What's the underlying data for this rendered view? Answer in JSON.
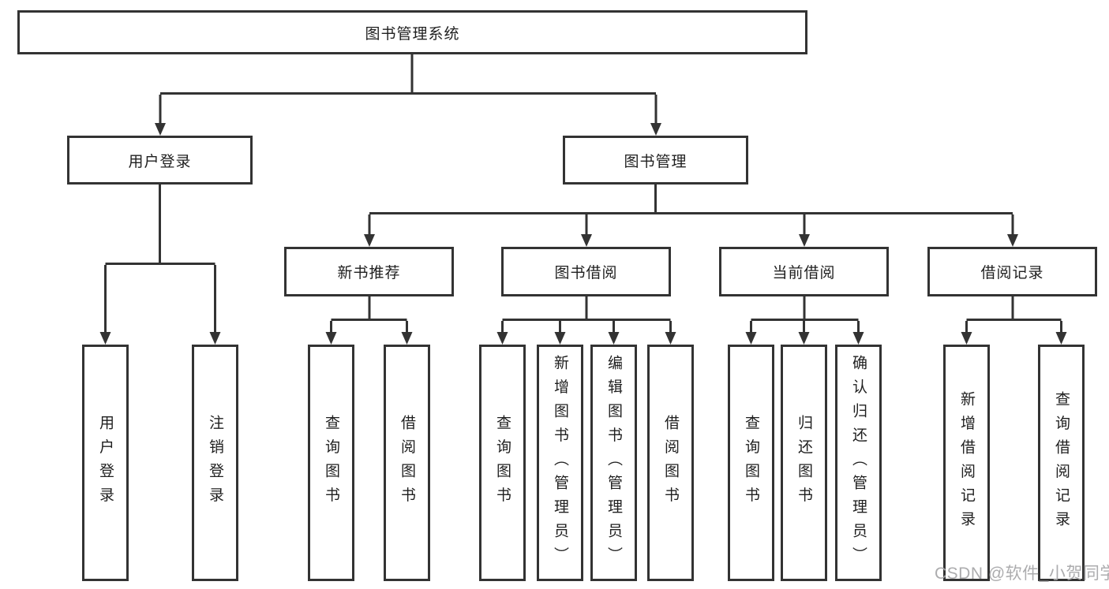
{
  "diagram": {
    "kind": "hierarchy-tree",
    "colors": {
      "line": "#333333",
      "box_border": "#333333",
      "box_fill": "#ffffff",
      "text": "#1f1f1f",
      "watermark": "#a8a8aa"
    },
    "tree": {
      "label": "图书管理系统",
      "children": [
        {
          "label": "用户登录",
          "children": [
            {
              "label": "用户登录"
            },
            {
              "label": "注销登录"
            }
          ]
        },
        {
          "label": "图书管理",
          "children": [
            {
              "label": "新书推荐",
              "children": [
                {
                  "label": "查询图书"
                },
                {
                  "label": "借阅图书"
                }
              ]
            },
            {
              "label": "图书借阅",
              "children": [
                {
                  "label": "查询图书"
                },
                {
                  "label": "新增图书（管理员）"
                },
                {
                  "label": "编辑图书（管理员）"
                },
                {
                  "label": "借阅图书"
                }
              ]
            },
            {
              "label": "当前借阅",
              "children": [
                {
                  "label": "查询图书"
                },
                {
                  "label": "归还图书"
                },
                {
                  "label": "确认归还（管理员）"
                }
              ]
            },
            {
              "label": "借阅记录",
              "children": [
                {
                  "label": "新增借阅记录"
                },
                {
                  "label": "查询借阅记录"
                }
              ]
            }
          ]
        }
      ]
    },
    "watermark": {
      "text": "CSDN @软件_小贺同学"
    }
  }
}
